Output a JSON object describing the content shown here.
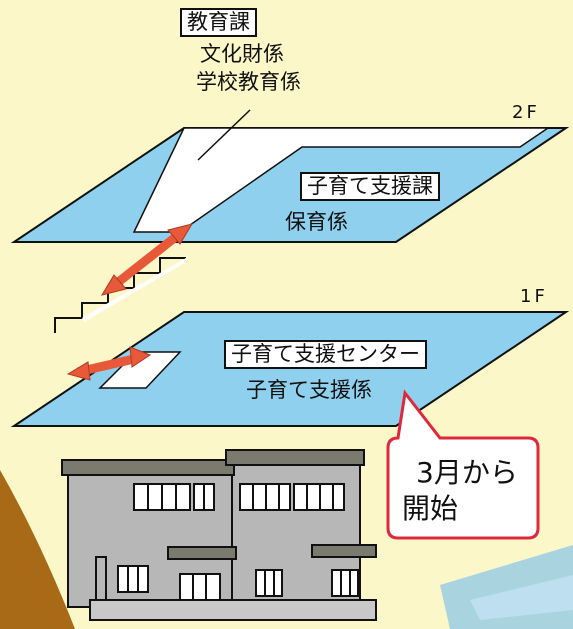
{
  "floor2": {
    "label": "2F",
    "education": {
      "title": "教育課",
      "section1": "文化財係",
      "section2": "学校教育係"
    },
    "childcare_dept": {
      "title": "子育て支援課",
      "section": "保育係"
    }
  },
  "floor1": {
    "label": "1F",
    "support_center": {
      "title": "子育て支援センター",
      "section": "子育て支援係"
    }
  },
  "callout": {
    "line1": "3月から",
    "line2": "開始"
  },
  "colors": {
    "background": "#fbf7c8",
    "floor": "#8fd0ee",
    "corridor": "#ffffff",
    "arrow": "#e8593a",
    "callout_border": "#e0283c",
    "building": "#b7b7b7",
    "roof": "#7a7a6e",
    "hill": "#a86a16"
  }
}
